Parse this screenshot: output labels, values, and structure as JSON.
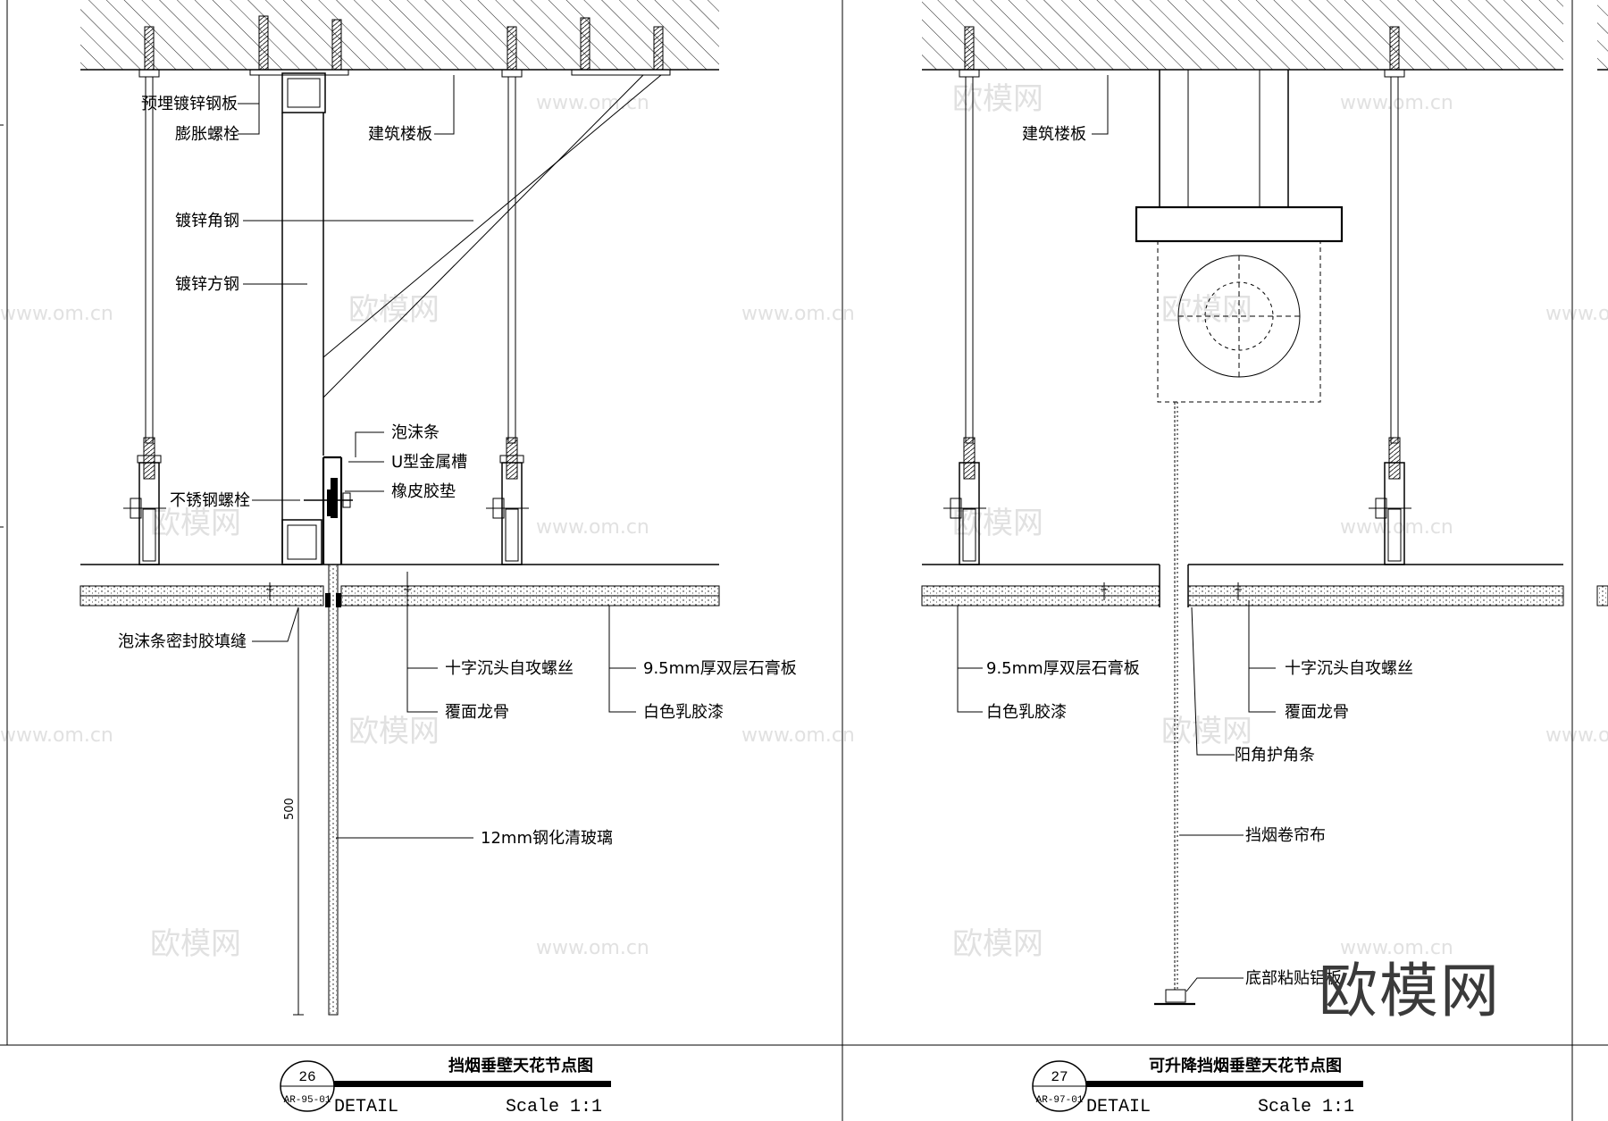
{
  "watermarks": {
    "site": "www.om.cn",
    "brand": "欧模网"
  },
  "brand_logo": "欧模网",
  "detail_26": {
    "number": "26",
    "sheet_ref": "AR-95-01",
    "title": "挡烟垂壁天花节点图",
    "kind": "DETAIL",
    "scale": "Scale 1:1",
    "dimension": "500",
    "labels": {
      "embedded_plate": "预埋镀锌钢板",
      "expansion_bolt": "膨胀螺栓",
      "floor_slab": "建筑楼板",
      "angle_steel": "镀锌角钢",
      "square_steel": "镀锌方钢",
      "foam_strip": "泡沫条",
      "u_channel": "U型金属槽",
      "rubber_pad": "橡皮胶垫",
      "ss_bolt": "不锈钢螺栓",
      "foam_sealant": "泡沫条密封胶填缝",
      "screw": "十字沉头自攻螺丝",
      "gypsum": "9.5mm厚双层石膏板",
      "keel": "覆面龙骨",
      "latex_paint": "白色乳胶漆",
      "glass": "12mm钢化清玻璃"
    }
  },
  "detail_27": {
    "number": "27",
    "sheet_ref": "AR-97-01",
    "title": "可升降挡烟垂壁天花节点图",
    "kind": "DETAIL",
    "scale": "Scale 1:1",
    "labels": {
      "floor_slab": "建筑楼板",
      "gypsum": "9.5mm厚双层石膏板",
      "latex_paint": "白色乳胶漆",
      "screw": "十字沉头自攻螺丝",
      "keel": "覆面龙骨",
      "corner_bead": "阳角护角条",
      "curtain": "挡烟卷帘布",
      "bottom_bar": "底部粘贴铝板"
    }
  }
}
